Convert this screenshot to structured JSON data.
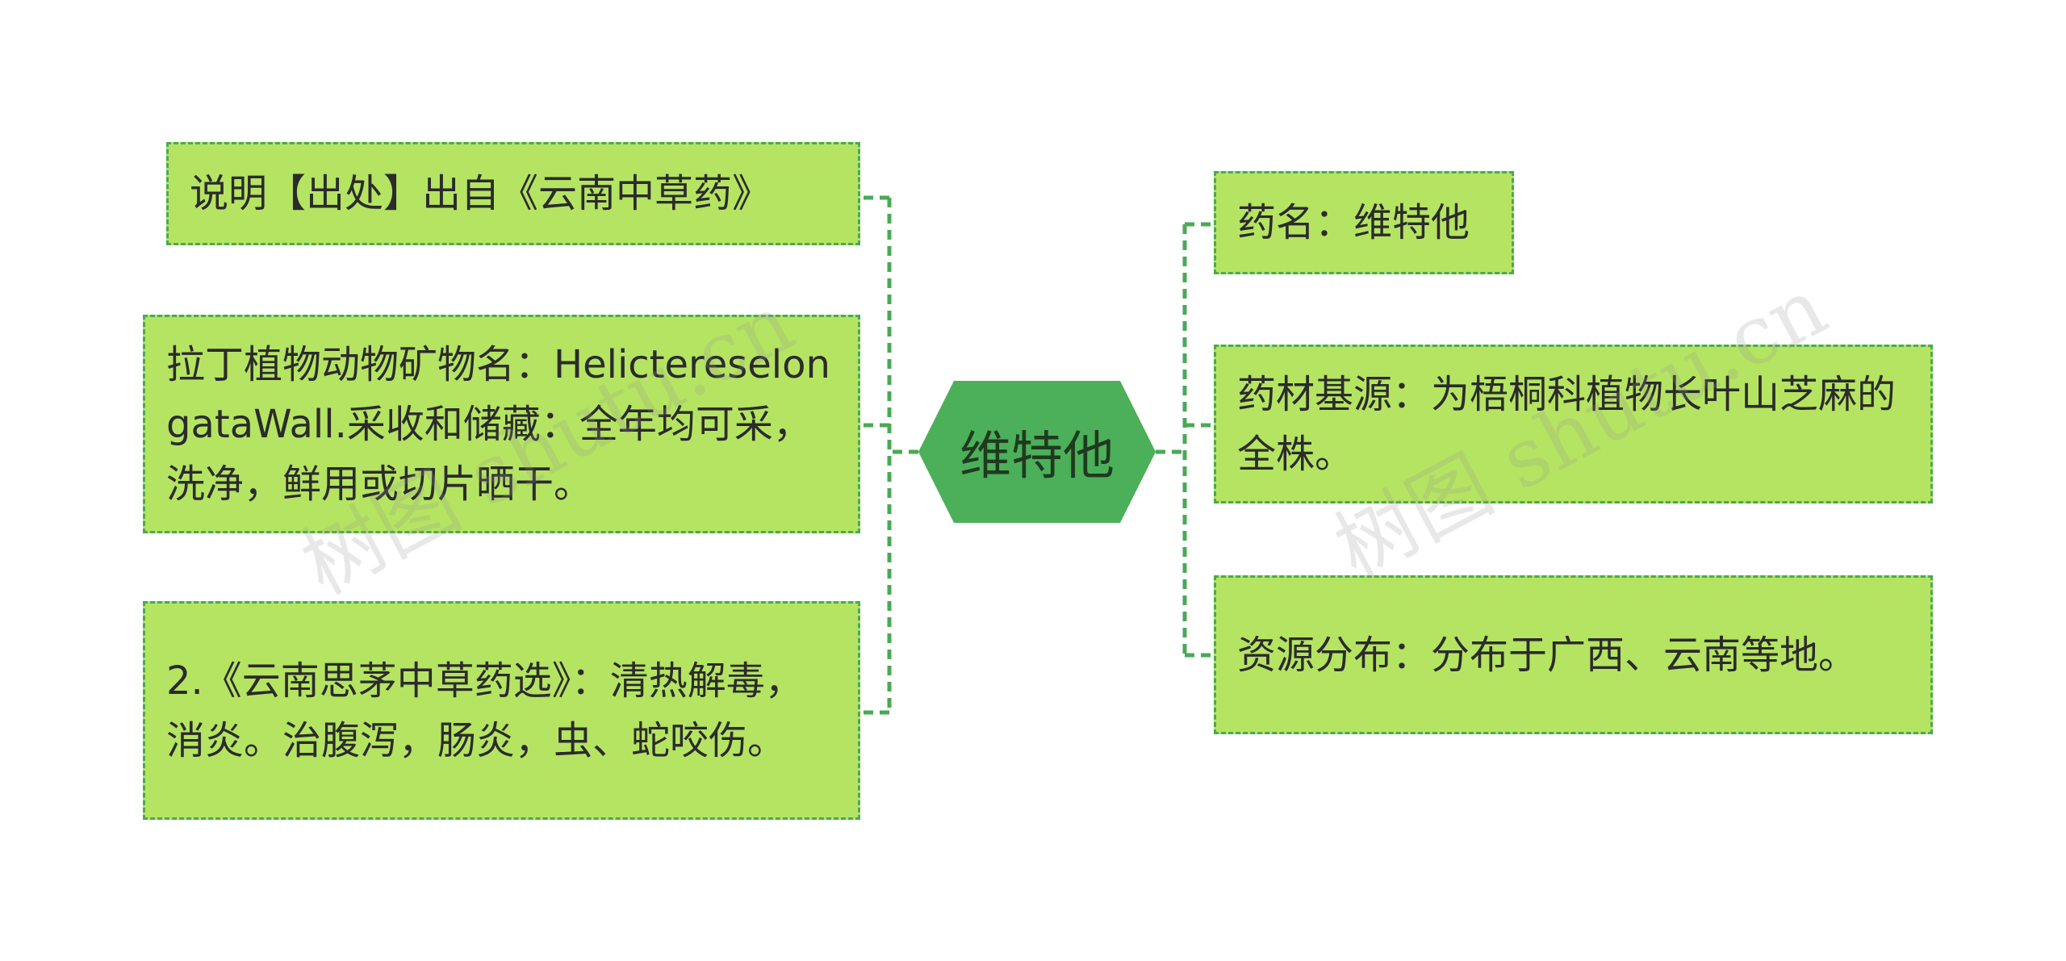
{
  "colors": {
    "node_fill": "#b5e462",
    "node_border": "#4aa955",
    "center_fill": "#4caf5a",
    "connector": "#4aa955"
  },
  "center": {
    "label": "维特他"
  },
  "left_nodes": [
    {
      "text": "说明【出处】出自《云南中草药》"
    },
    {
      "text": "拉丁植物动物矿物名：HelictereselongataWall.采收和储藏：全年均可采，洗净，鲜用或切片晒干。"
    },
    {
      "text": "2.《云南思茅中草药选》：清热解毒，消炎。治腹泻，肠炎，虫、蛇咬伤。"
    }
  ],
  "right_nodes": [
    {
      "text": "药名：维特他"
    },
    {
      "text": "药材基源：为梧桐科植物长叶山芝麻的全株。"
    },
    {
      "text": "资源分布：分布于广西、云南等地。"
    }
  ],
  "watermarks": [
    "树图 shutu.cn",
    "树图 shutu.cn"
  ]
}
